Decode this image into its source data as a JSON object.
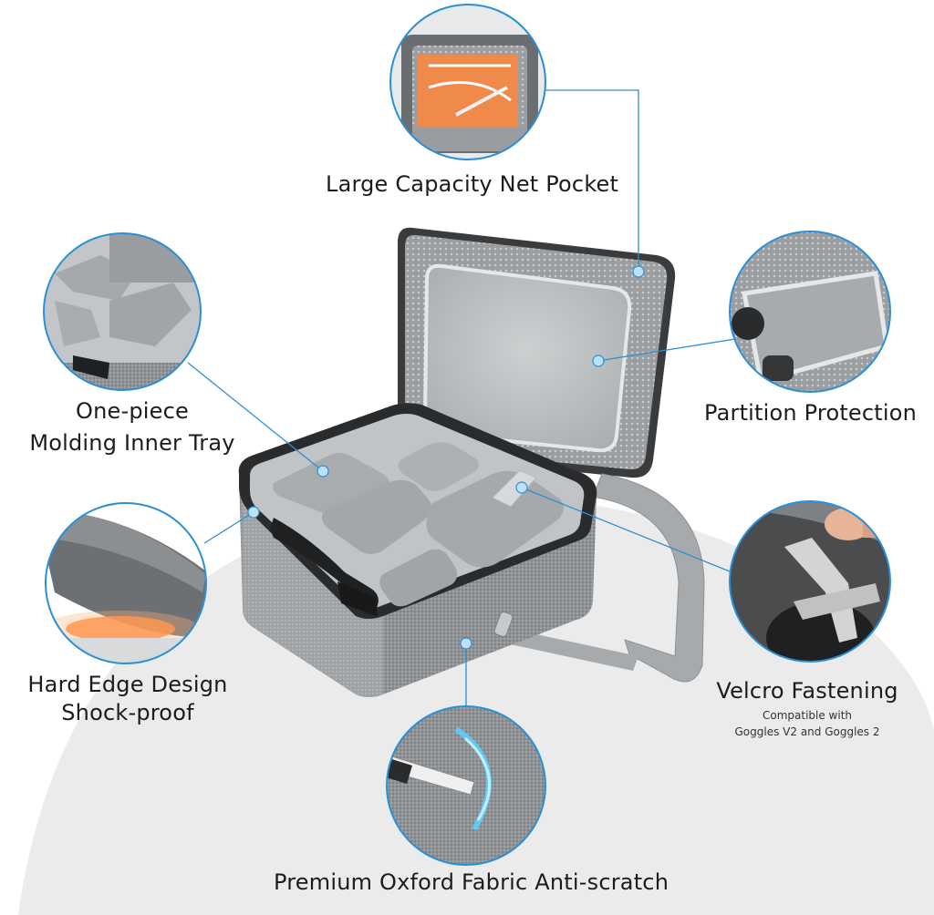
{
  "features": {
    "net_pocket": "Large Capacity Net Pocket",
    "inner_tray_line1": "One-piece",
    "inner_tray_line2": "Molding Inner Tray",
    "partition": "Partition Protection",
    "hard_edge_line1": "Hard Edge Design",
    "hard_edge_line2": "Shock-proof",
    "velcro": "Velcro Fastening",
    "velcro_sub_line1": "Compatible with",
    "velcro_sub_line2": "Goggles V2 and Goggles 2",
    "fabric": "Premium Oxford Fabric Anti-scratch"
  },
  "colors": {
    "accent_line": "#2b8fd6",
    "circle_border": "#2b8fd6",
    "case_gray": "#8f9396",
    "interior_gray": "#bfc2c4",
    "background_arc": "#e9e9ea"
  }
}
